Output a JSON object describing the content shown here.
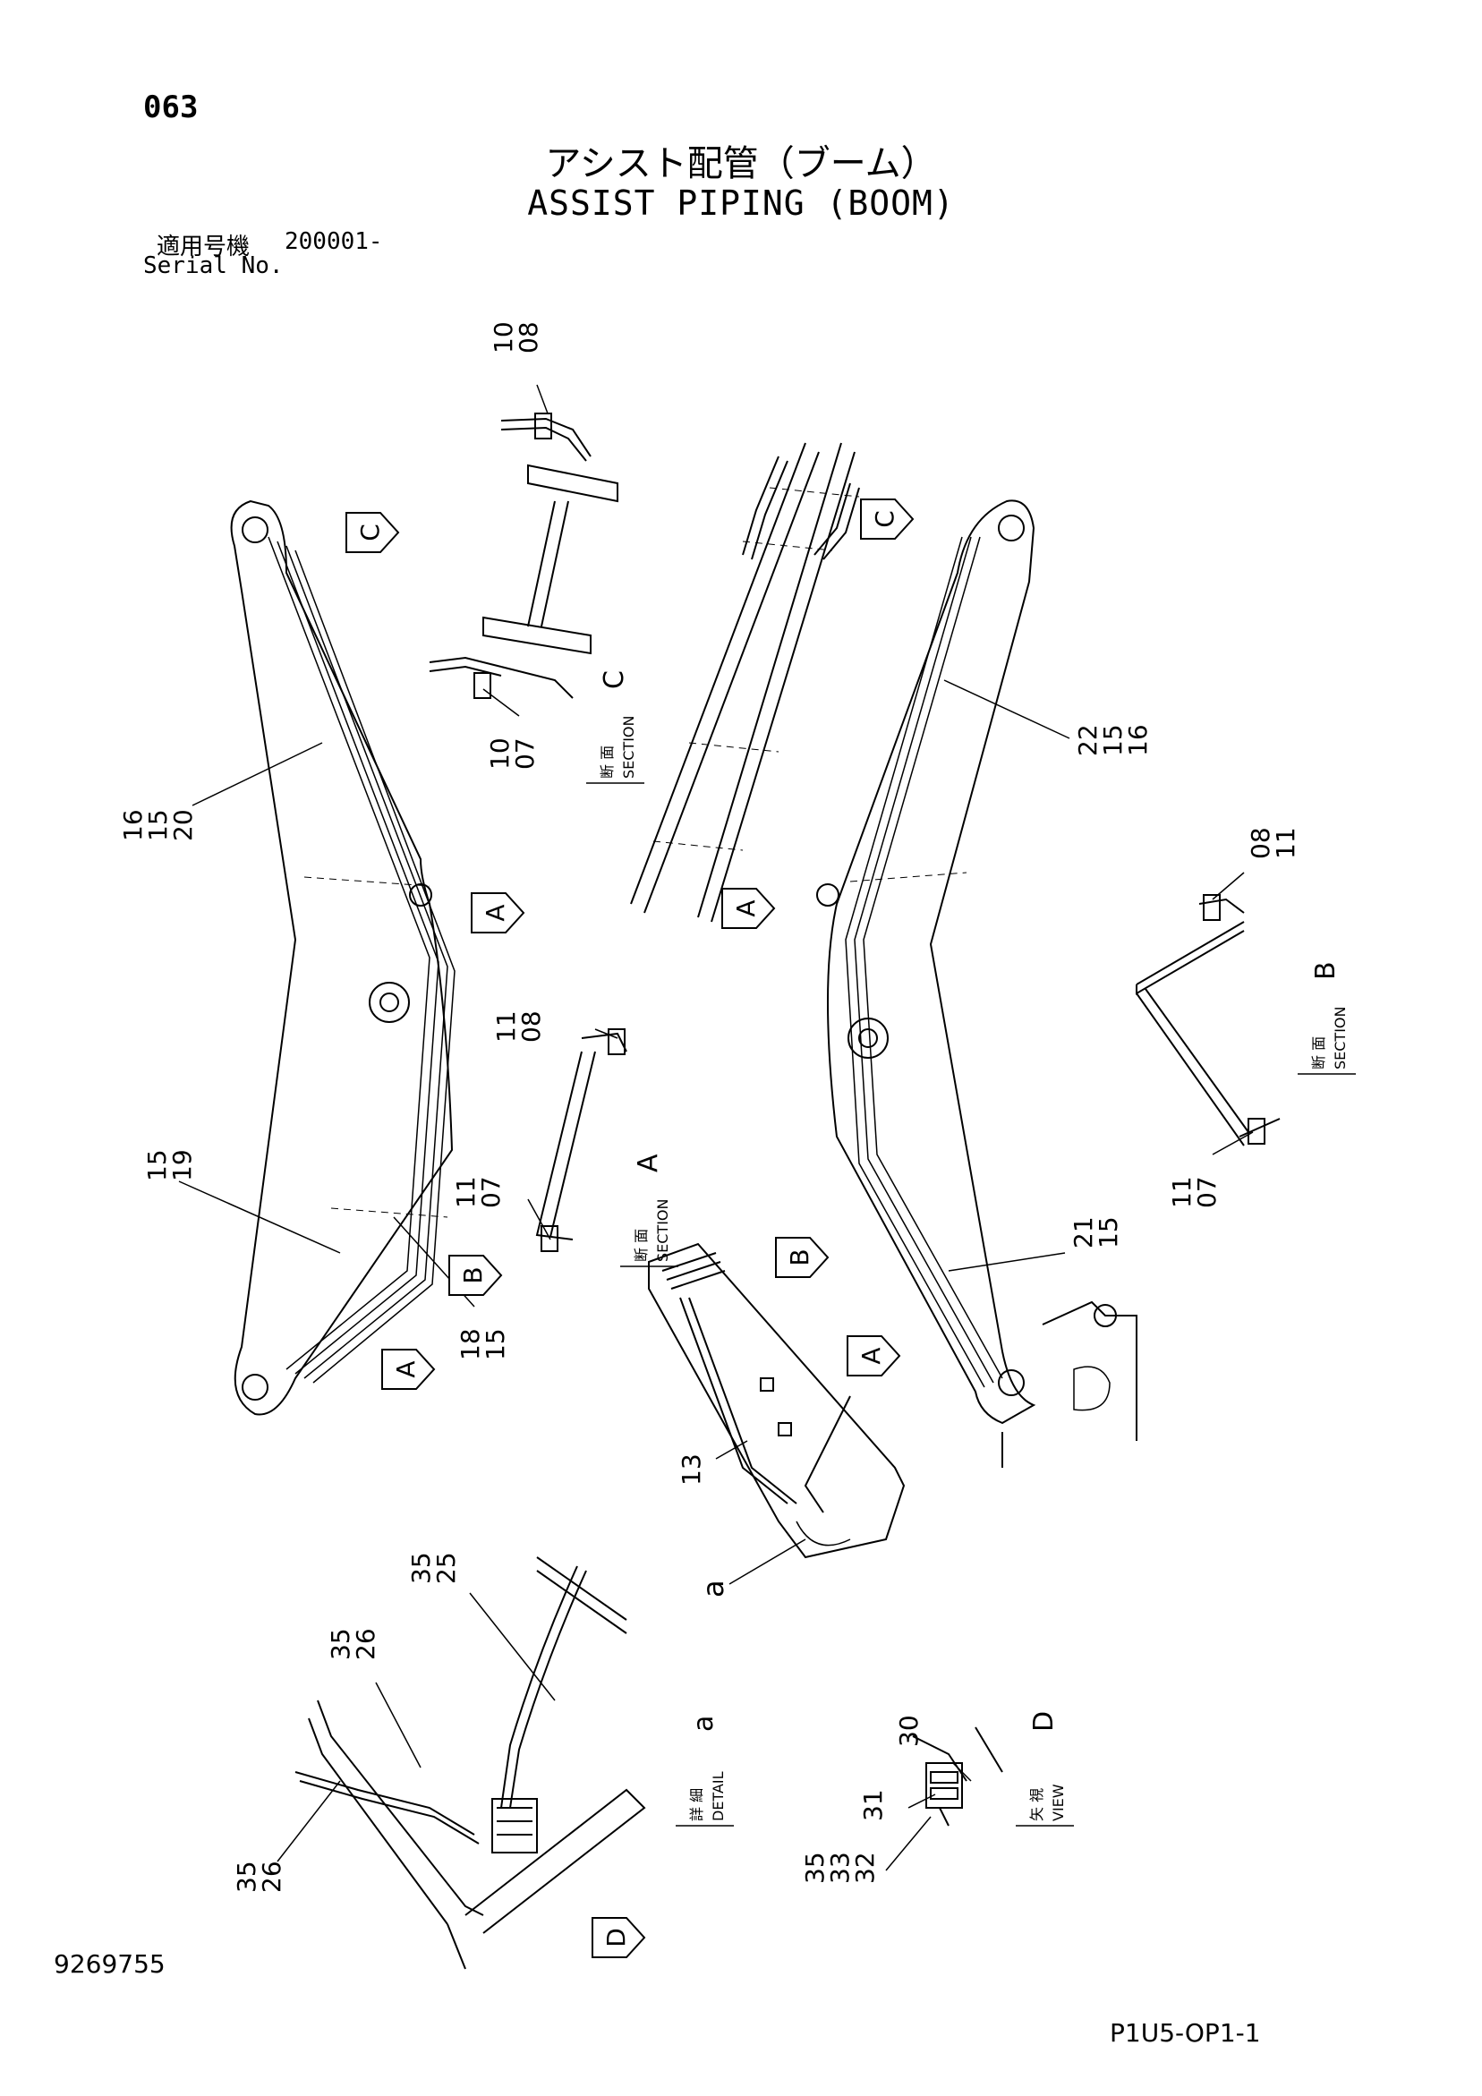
{
  "header": {
    "page_number": "063",
    "title_jp": "アシスト配管（ブーム）",
    "title_en": "ASSIST PIPING (BOOM)",
    "serial_label_jp": "適用号機",
    "serial_number": "200001-",
    "serial_label_en": "Serial No."
  },
  "footer": {
    "document_number": "9269755",
    "sheet_code": "P1U5-OP1-1"
  },
  "callouts": {
    "c_10_08": [
      "10",
      "08"
    ],
    "c_10_07": [
      "10",
      "07"
    ],
    "c_16_15_20": [
      "16",
      "15",
      "20"
    ],
    "c_22_15_16": [
      "22",
      "15",
      "16"
    ],
    "c_08_11": [
      "08",
      "11"
    ],
    "c_11_08": [
      "11",
      "08"
    ],
    "c_11_07_a": [
      "11",
      "07"
    ],
    "c_11_07_b": [
      "11",
      "07"
    ],
    "c_15_19": [
      "15",
      "19"
    ],
    "c_18_15": [
      "18",
      "15"
    ],
    "c_21_15": [
      "21",
      "15"
    ],
    "c_13": [
      "13"
    ],
    "c_a": [
      "a"
    ],
    "c_35_25": [
      "35",
      "25"
    ],
    "c_35_26_a": [
      "35",
      "26"
    ],
    "c_35_26_b": [
      "35",
      "26"
    ],
    "c_30": [
      "30"
    ],
    "c_31": [
      "31"
    ],
    "c_35_33_32": [
      "35",
      "33",
      "32"
    ]
  },
  "view_arrows": {
    "c1": "C",
    "c2": "C",
    "a1": "A",
    "a2": "A",
    "a3": "A",
    "a4": "A",
    "b1": "B",
    "b2": "B",
    "d1": "D"
  },
  "section_labels": {
    "section_c": {
      "jp": "断 面",
      "en": "SECTION",
      "letter": "C"
    },
    "section_a": {
      "jp": "断 面",
      "en": "SECTION",
      "letter": "A"
    },
    "section_b": {
      "jp": "断 面",
      "en": "SECTION",
      "letter": "B"
    },
    "detail_a": {
      "jp": "詳 細",
      "en": "DETAIL",
      "letter": "a"
    },
    "view_d": {
      "jp": "矢 視",
      "en": "VIEW",
      "letter": "D"
    }
  }
}
